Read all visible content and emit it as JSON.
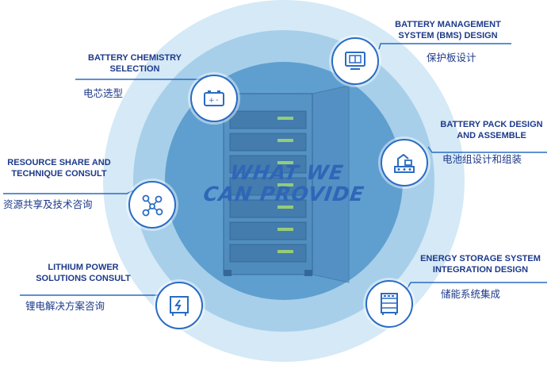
{
  "title": {
    "line1": "WHAT WE",
    "line2": "CAN PROVIDE"
  },
  "services": [
    {
      "en_line1": "BATTERY CHEMISTRY",
      "en_line2": "SELECTION",
      "cn": "电芯选型",
      "icon": "battery-icon"
    },
    {
      "en_line1": "BATTERY MANAGEMENT",
      "en_line2": "SYSTEM (BMS) DESIGN",
      "cn": "保护板设计",
      "icon": "monitor-icon"
    },
    {
      "en_line1": "BATTERY PACK DESIGN",
      "en_line2": "AND ASSEMBLE",
      "cn": "电池组设计和组装",
      "icon": "assembly-factory-icon"
    },
    {
      "en_line1": "RESOURCE SHARE AND",
      "en_line2": "TECHNIQUE CONSULT",
      "cn": "资源共享及技术咨询",
      "icon": "network-nodes-icon"
    },
    {
      "en_line1": "ENERGY STORAGE SYSTEM",
      "en_line2": "INTEGRATION DESIGN",
      "cn": "储能系统集成",
      "icon": "storage-cabinet-icon"
    },
    {
      "en_line1": "LITHIUM POWER",
      "en_line2": "SOLUTIONS CONSULT",
      "cn": "锂电解决方案咨询",
      "icon": "power-panel-icon"
    }
  ],
  "colors": {
    "outer_ring": "#d5e9f6",
    "middle_ring": "#a7cfea",
    "inner_ring": "#5f9fcf",
    "accent": "#2a6cc4",
    "text": "#1d3a8a"
  }
}
